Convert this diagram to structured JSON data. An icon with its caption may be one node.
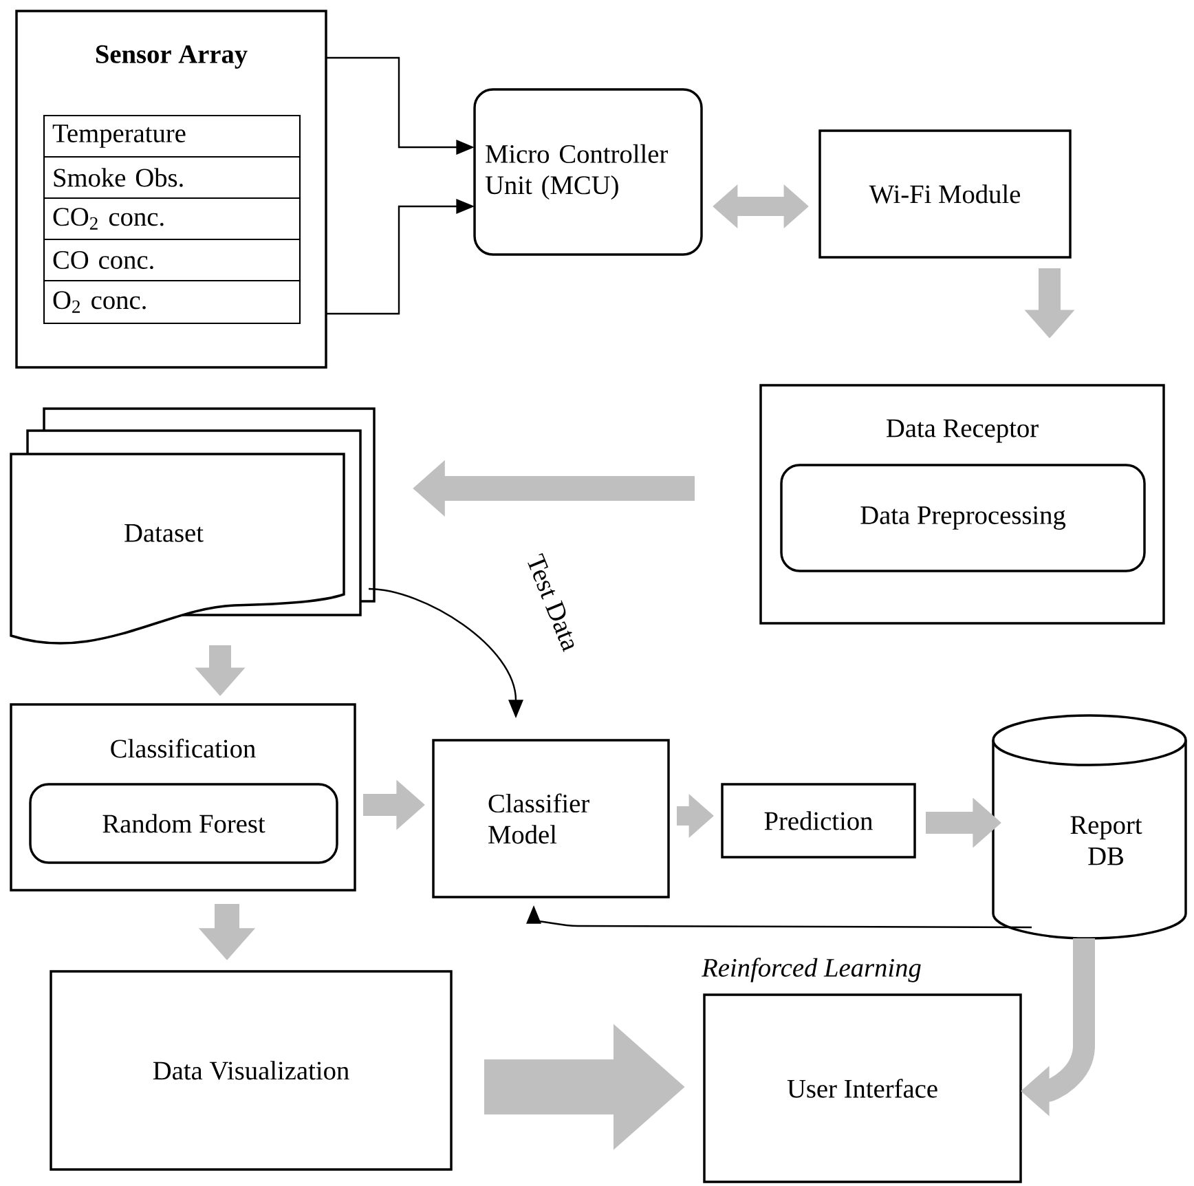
{
  "diagram": {
    "nodes": [
      {
        "text": [
          "Sensor Array"
        ]
      },
      {
        "text": [
          "Temperature"
        ],
        "in": 0
      },
      {
        "text": [
          "Smoke Obs."
        ],
        "in": 0
      },
      {
        "text": [
          "CO$_{2}$ conc."
        ],
        "in": 0
      },
      {
        "text": [
          "CO conc."
        ],
        "in": 0
      },
      {
        "text": [
          "O$_{2}$ conc."
        ],
        "in": 0
      },
      {
        "text": [
          "Micro Controller Unit (MCU)"
        ]
      },
      {
        "text": [
          "Wi-Fi Module"
        ]
      },
      {
        "text": [
          "Data Receptor"
        ]
      },
      {
        "text": [
          "Data Preprocessing"
        ],
        "in": 8
      },
      {
        "text": [
          "Dataset"
        ]
      },
      {
        "text": [
          "Classification"
        ]
      },
      {
        "text": [
          "Random Forest"
        ],
        "in": 11
      },
      {
        "text": [
          "Classifier Model"
        ]
      },
      {
        "text": [
          "Prediction"
        ]
      },
      {
        "text": [
          "Report DB"
        ]
      },
      {
        "text": [
          "Data Visualization"
        ]
      },
      {
        "text": [
          "User Interface"
        ]
      }
    ],
    "edges": [
      {
        "from": 0,
        "to": 6,
        "arrow": "to",
        "color": "#000000"
      },
      {
        "from": 0,
        "to": 6,
        "arrow": "to",
        "color": "#000000"
      },
      {
        "from": 6,
        "to": 7,
        "arrow": "both"
      },
      {
        "from": 7,
        "to": 8,
        "arrow": "to"
      },
      {
        "from": 8,
        "to": 10,
        "arrow": "to"
      },
      {
        "from": 10,
        "to": 11,
        "arrow": "to"
      },
      {
        "from": 11,
        "to": 13,
        "arrow": "to"
      },
      {
        "from": 13,
        "to": 14,
        "arrow": "to"
      },
      {
        "from": 14,
        "to": 15,
        "arrow": "to"
      },
      {
        "from": 11,
        "to": 16,
        "arrow": "to"
      },
      {
        "from": 16,
        "to": 17,
        "arrow": "to",
        "style": "thick"
      },
      {
        "from": 15,
        "to": 17,
        "arrow": "to"
      },
      {
        "from": 10,
        "to": 13,
        "arrow": "to",
        "label": "Test Data",
        "color": "#000000"
      },
      {
        "from": 15,
        "to": 13,
        "arrow": "to",
        "label": "*Reinforced Learning*",
        "color": "#000000"
      }
    ]
  }
}
